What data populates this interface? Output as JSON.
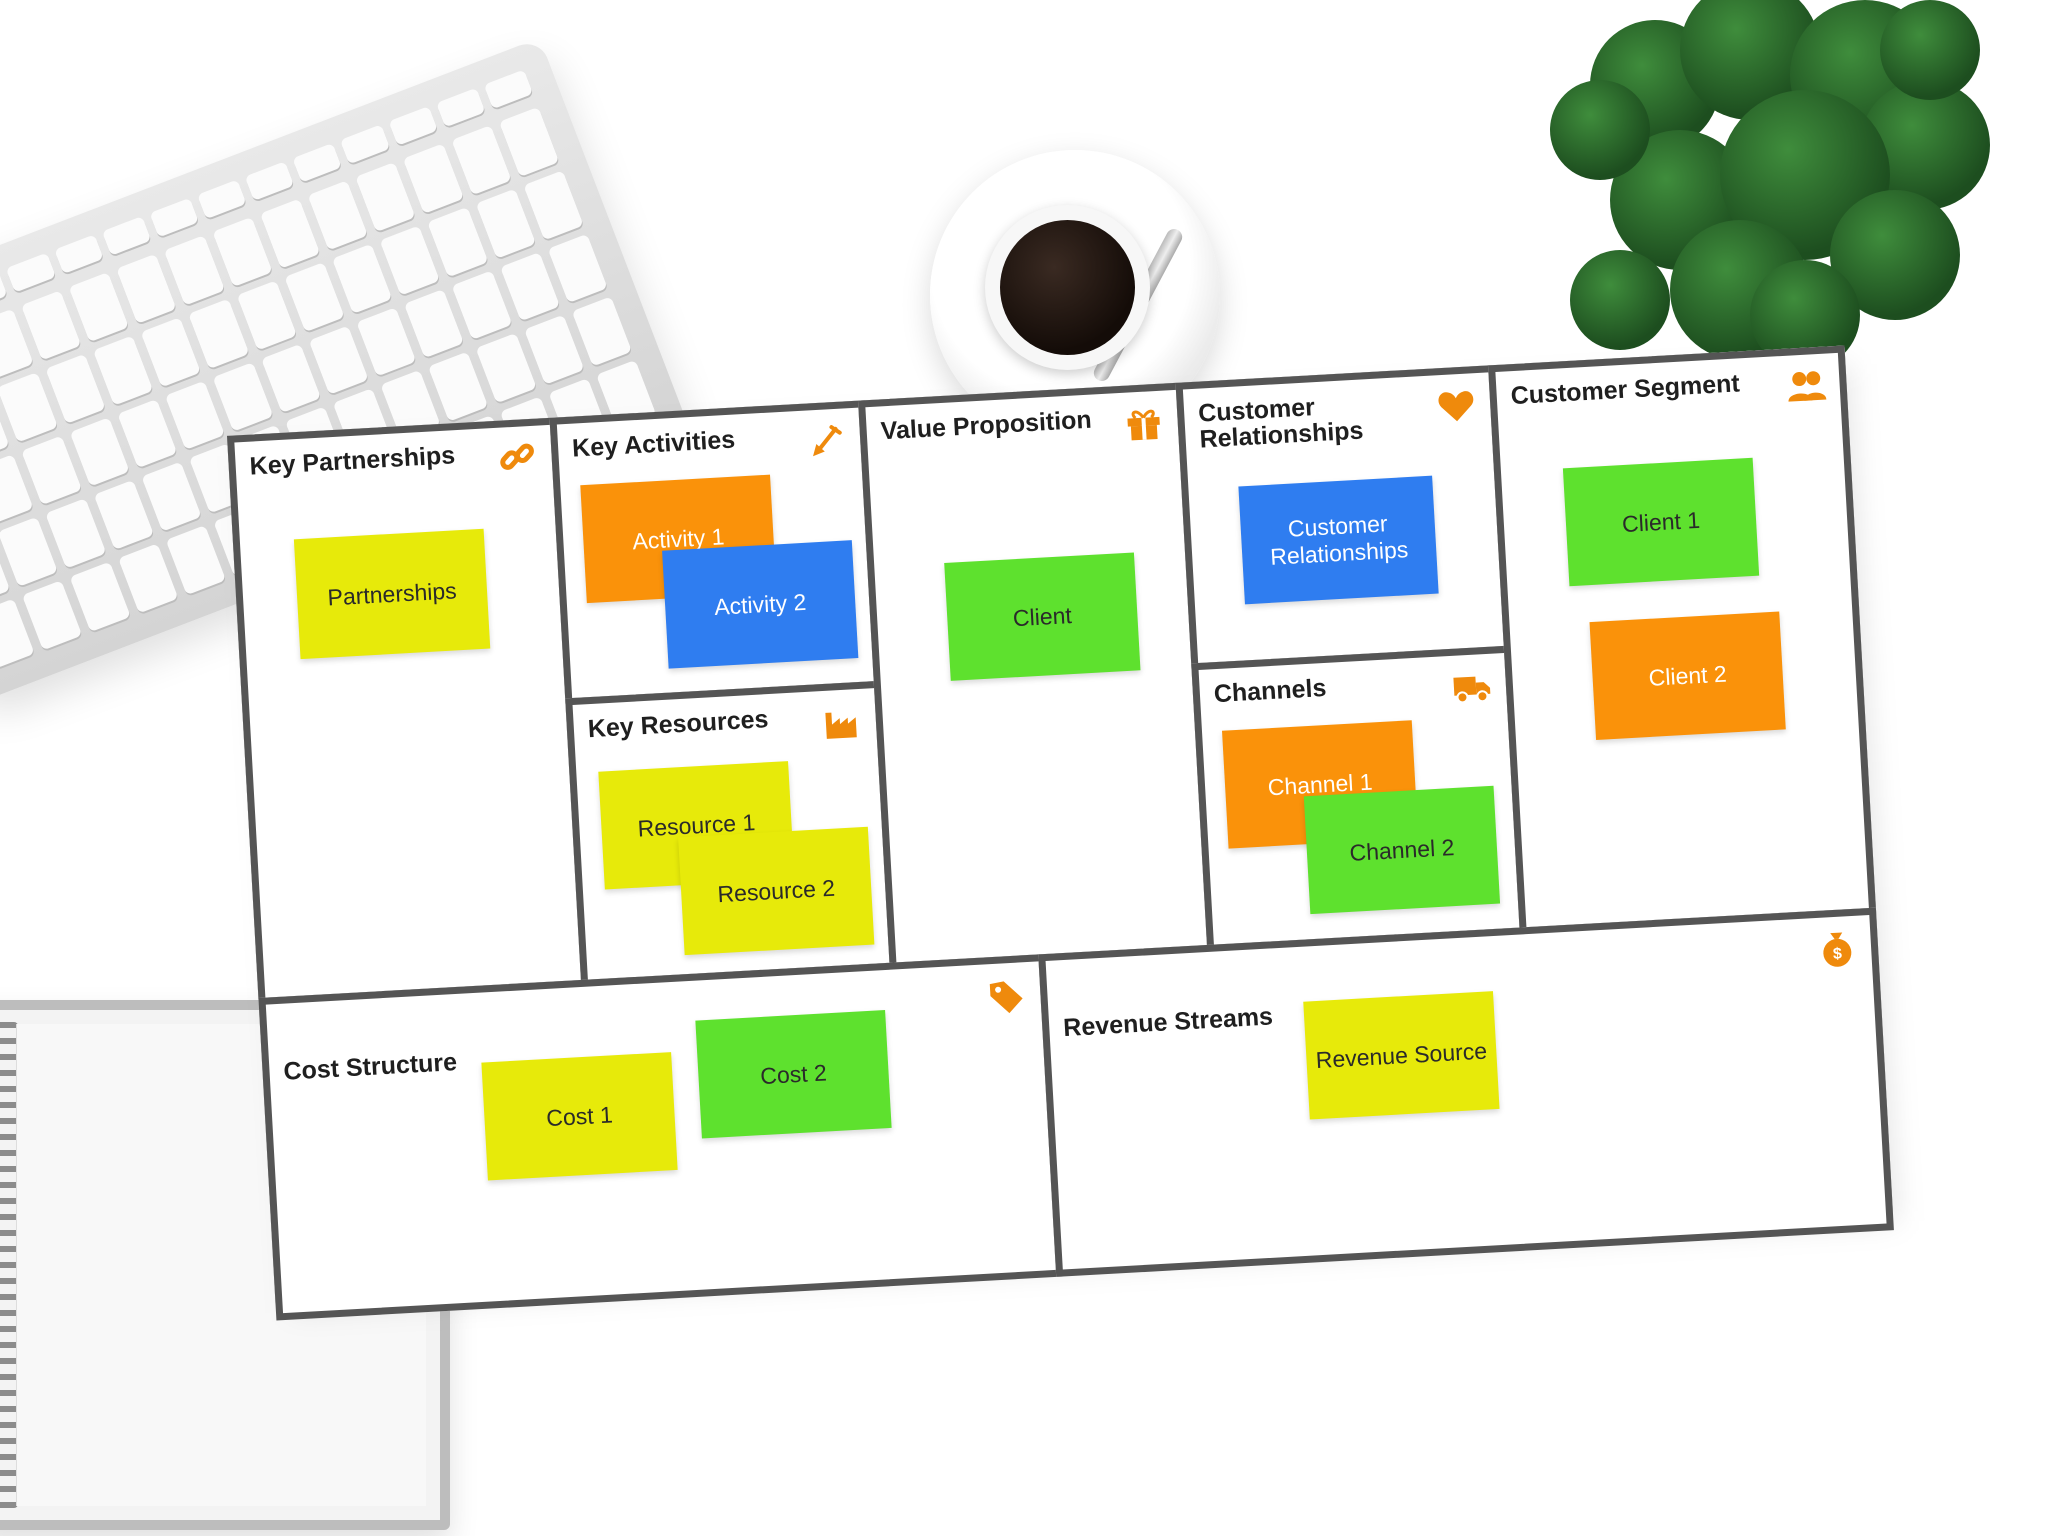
{
  "colors": {
    "border": "#555555",
    "icon": "#ef8a0c",
    "yellow": "#e7ea0a",
    "green": "#5ee12e",
    "orange": "#fa920a",
    "blue": "#2f7df0"
  },
  "canvas": {
    "key_partnerships": {
      "title": "Key Partnerships",
      "icon": "link-icon",
      "notes": [
        "Partnerships"
      ]
    },
    "key_activities": {
      "title": "Key Activities",
      "icon": "shovel-icon",
      "notes": [
        "Activity 1",
        "Activity 2"
      ]
    },
    "key_resources": {
      "title": "Key Resources",
      "icon": "factory-icon",
      "notes": [
        "Resource 1",
        "Resource 2"
      ]
    },
    "value_proposition": {
      "title": "Value Proposition",
      "icon": "gift-icon",
      "notes": [
        "Client"
      ]
    },
    "customer_relationships": {
      "title": "Customer Relationships",
      "icon": "heart-icon",
      "notes": [
        "Customer Relationships"
      ]
    },
    "channels": {
      "title": "Channels",
      "icon": "truck-icon",
      "notes": [
        "Channel 1",
        "Channel 2"
      ]
    },
    "customer_segment": {
      "title": "Customer Segment",
      "icon": "users-icon",
      "notes": [
        "Client 1",
        "Client 2"
      ]
    },
    "cost_structure": {
      "title": "Cost Structure",
      "icon": "price-tag-icon",
      "notes": [
        "Cost 1",
        "Cost 2"
      ]
    },
    "revenue_streams": {
      "title": "Revenue Streams",
      "icon": "money-bag-icon",
      "notes": [
        "Revenue Source"
      ]
    }
  }
}
